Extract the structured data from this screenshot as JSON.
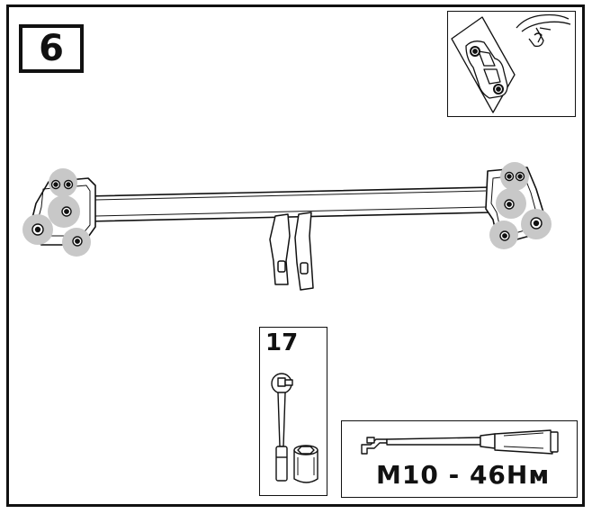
{
  "step": {
    "number": "6"
  },
  "tool": {
    "socket_size": "17"
  },
  "torque": {
    "spec": "M10 - 46Нм"
  },
  "colors": {
    "line": "#111111",
    "bolt_highlight": "#c8c8c8",
    "background": "#ffffff"
  },
  "icons": {
    "inset": "car-mounting-location-icon",
    "tool": "ratchet-socket-icon",
    "wrench": "torque-wrench-icon"
  }
}
